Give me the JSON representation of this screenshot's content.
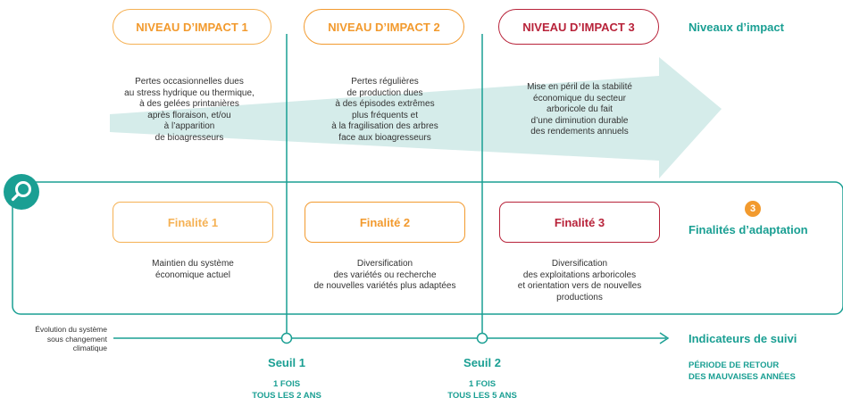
{
  "colors": {
    "orange": "#f29a2e",
    "orange_light": "#f5b154",
    "red": "#b8233a",
    "teal": "#1a9f93",
    "arrow_fill": "#d5ecea",
    "text": "#333333"
  },
  "impact_levels": {
    "section_label": "Niveaux d’impact",
    "items": [
      {
        "label": "NIVEAU D’IMPACT 1",
        "description": "Pertes occasionnelles dues\nau stress hydrique ou thermique,\nà des gelées printanières\naprès floraison, et/ou\nà l’apparition\nde bioagresseurs"
      },
      {
        "label": "NIVEAU D’IMPACT 2",
        "description": "Pertes régulières\nde production dues\nà des épisodes extrêmes\nplus fréquents et\nà la fragilisation des arbres\nface aux bioagresseurs"
      },
      {
        "label": "NIVEAU D’IMPACT 3",
        "description": "Mise en péril de la stabilité\néconomique du secteur\narboricole du fait\nd’une diminution durable\ndes rendements annuels"
      }
    ]
  },
  "adaptation": {
    "step_number": "3",
    "section_label": "Finalités d’adaptation",
    "items": [
      {
        "label": "Finalité 1",
        "description": "Maintien du système\néconomique actuel"
      },
      {
        "label": "Finalité 2",
        "description": "Diversification\ndes variétés ou recherche\nde nouvelles variétés plus adaptées"
      },
      {
        "label": "Finalité 3",
        "description": "Diversification\ndes exploitations arboricoles\net orientation vers de nouvelles\nproductions"
      }
    ]
  },
  "timeline": {
    "left_label": "Évolution du système\nsous changement\nclimatique",
    "right_label": "Indicateurs de suivi",
    "sublabel": "PÉRIODE DE RETOUR\nDES MAUVAISES ANNÉES",
    "thresholds": [
      {
        "label": "Seuil 1",
        "frequency": "1 FOIS\nTOUS LES 2 ANS"
      },
      {
        "label": "Seuil 2",
        "frequency": "1 FOIS\nTOUS LES 5 ANS"
      }
    ]
  },
  "icons": {
    "search": "magnifier-icon"
  }
}
